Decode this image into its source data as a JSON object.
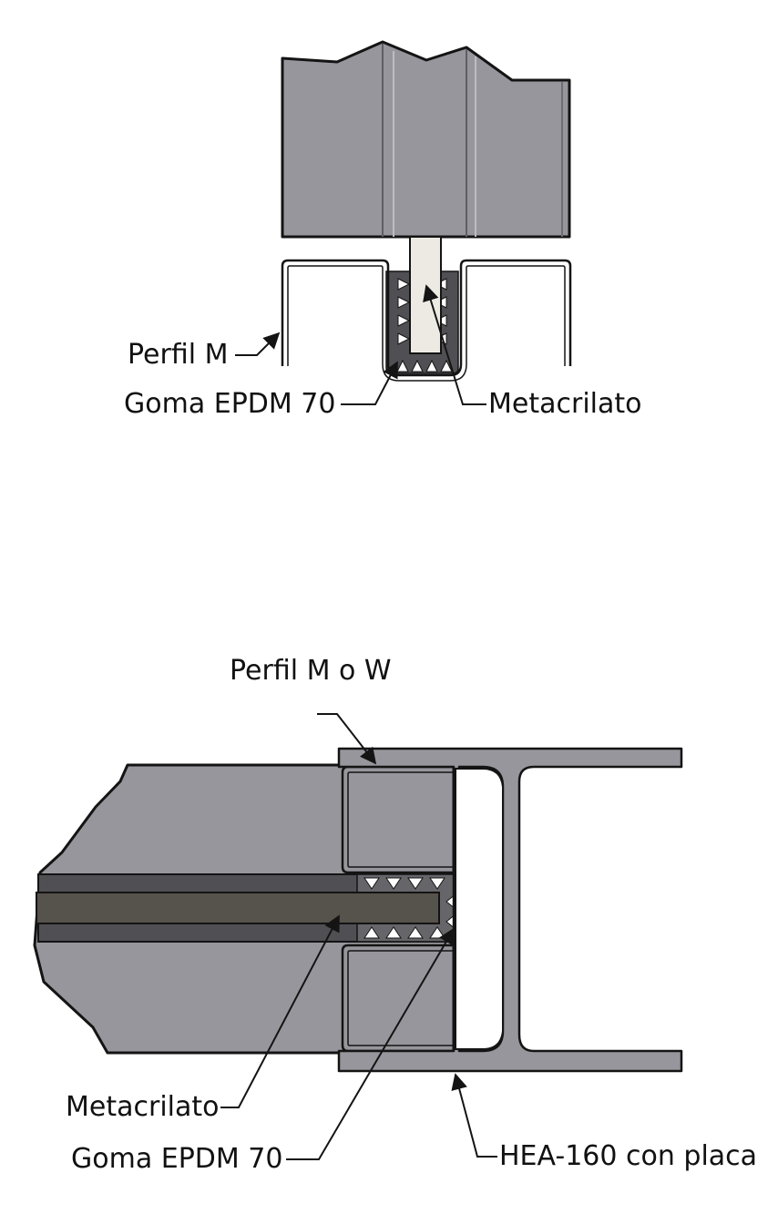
{
  "top_detail": {
    "labels": {
      "profile": "Perfil M",
      "rubber": "Goma EPDM 70",
      "acrylic": "Metacrilato"
    }
  },
  "bottom_detail": {
    "labels": {
      "profile": "Perfil M o W",
      "acrylic": "Metacrilato",
      "rubber": "Goma EPDM 70",
      "beam": "HEA-160 con placa"
    }
  },
  "colors": {
    "steel": "#96969c",
    "steel_dark": "#6e6e74",
    "rubber": "#505054",
    "acrylic_light": "#eceae2",
    "acrylic_dark": "#56524c",
    "outline": "#141414"
  }
}
